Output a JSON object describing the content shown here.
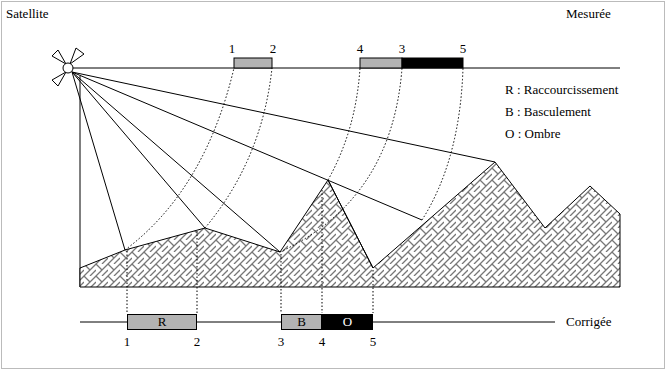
{
  "diagram": {
    "nodes": [
      {
        "text": [
          "R"
        ]
      },
      {
        "text": [
          "B"
        ]
      },
      {
        "text": [
          "O"
        ]
      }
    ],
    "labels": [
      "Satellite",
      "Mesurée",
      "1",
      "2",
      "4",
      "3",
      "5",
      "R : Raccourcissement",
      "B : Basculement",
      "O : Ombre",
      "1",
      "2",
      "3",
      "4",
      "5",
      "Corrigée"
    ]
  }
}
